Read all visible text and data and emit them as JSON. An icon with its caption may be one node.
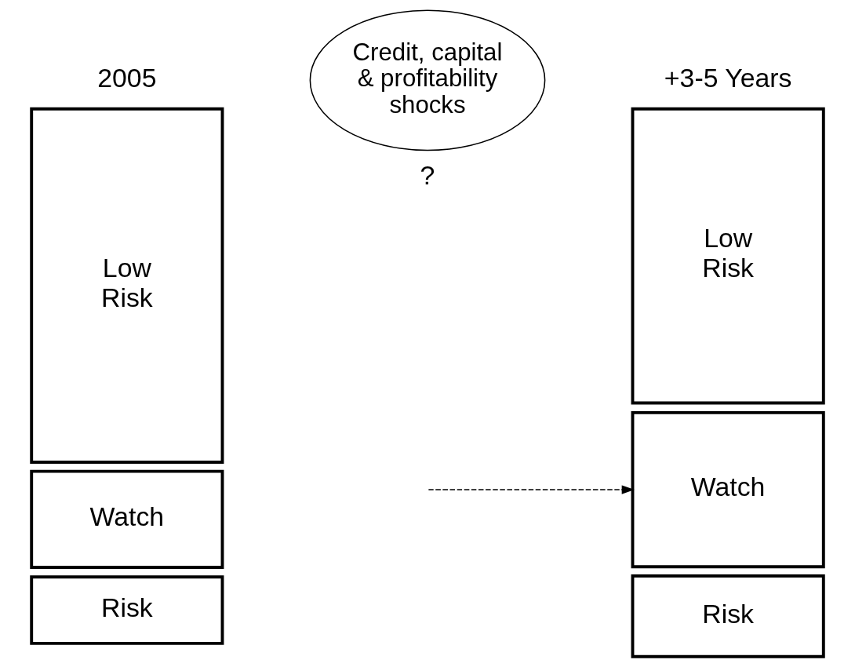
{
  "diagram": {
    "nodes": [
      {
        "text": [
          "Low Risk"
        ]
      },
      {
        "text": [
          "Watch"
        ]
      },
      {
        "text": [
          "Risk"
        ]
      },
      {
        "text": [
          "Credit, capital & profitability shocks"
        ]
      },
      {
        "text": [
          "Low Risk"
        ]
      },
      {
        "text": [
          "Watch"
        ]
      },
      {
        "text": [
          "Risk"
        ]
      }
    ],
    "edges": [
      {
        "from": null,
        "to": 5,
        "arrow": "to",
        "style": "dashed"
      }
    ],
    "labels": [
      "2005",
      "+3-5 Years",
      "?"
    ]
  }
}
